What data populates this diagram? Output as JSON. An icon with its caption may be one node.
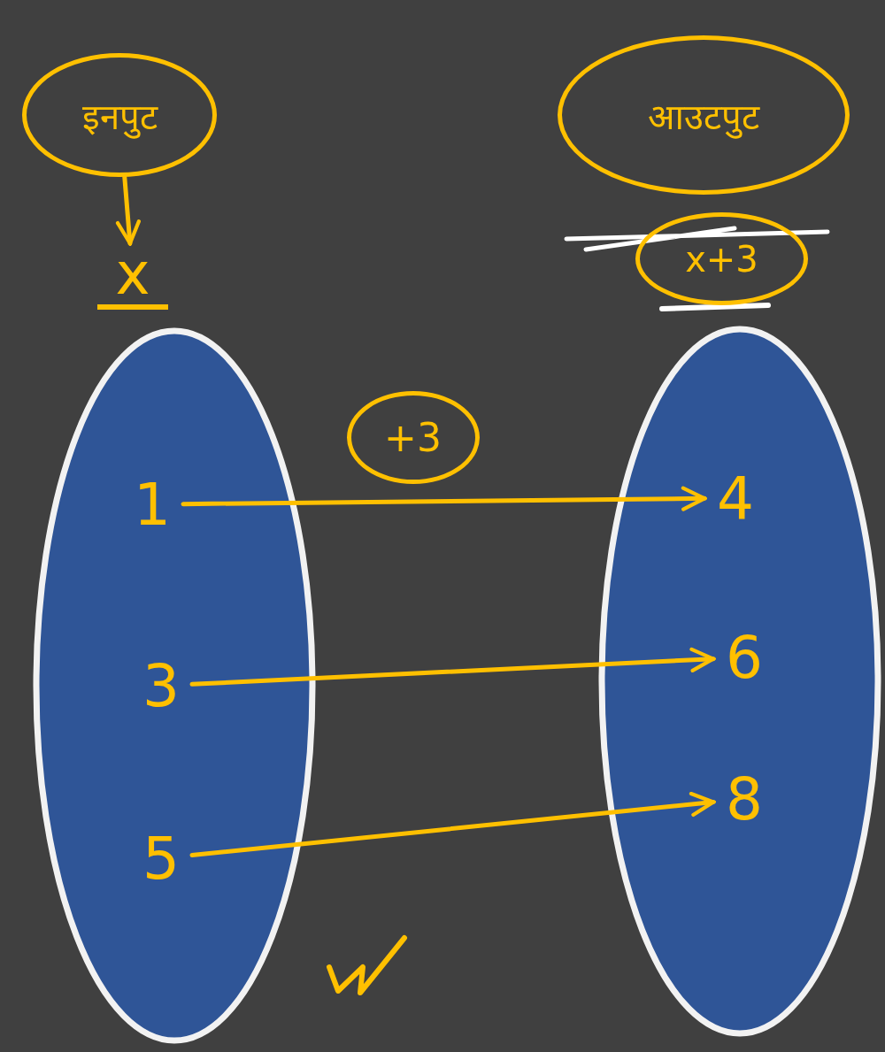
{
  "diagram": {
    "nodes": [
      {
        "text": [
          "इनपुट"
        ]
      },
      {
        "text": [
          "x"
        ]
      },
      {
        "text": [
          "आउटपुट"
        ]
      },
      {
        "text": [
          "x+3"
        ]
      },
      {
        "text": [],
        "shape": "ellipse"
      },
      {
        "text": [],
        "shape": "ellipse"
      },
      {
        "text": [
          "1"
        ],
        "in": 4
      },
      {
        "text": [
          "3"
        ],
        "in": 4
      },
      {
        "text": [
          "5"
        ],
        "in": 4
      },
      {
        "text": [
          "4"
        ],
        "in": 5
      },
      {
        "text": [
          "6"
        ],
        "in": 5
      },
      {
        "text": [
          "8"
        ],
        "in": 5
      }
    ],
    "edges": [
      {
        "from": 0,
        "to": 1,
        "arrow": "to"
      },
      {
        "from": 6,
        "to": 9,
        "arrow": "to",
        "label": "+3"
      },
      {
        "from": 7,
        "to": 10,
        "arrow": "to"
      },
      {
        "from": 8,
        "to": 11,
        "arrow": "to"
      }
    ]
  }
}
